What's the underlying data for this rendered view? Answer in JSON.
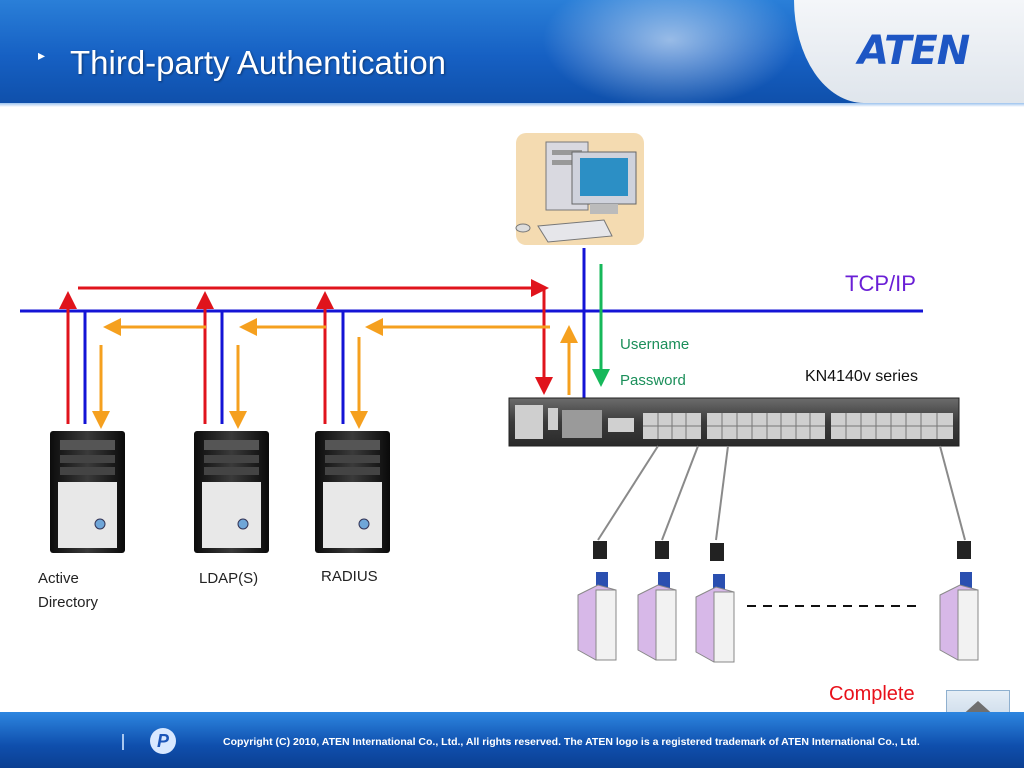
{
  "header": {
    "title": "Third-party Authentication",
    "logo": "ATEN"
  },
  "diagram": {
    "network_label": "TCP/IP",
    "credentials": {
      "username": "Username",
      "password": "Password"
    },
    "device_label": "KN4140v series",
    "servers": [
      {
        "name": "Active Directory"
      },
      {
        "name": "LDAP(S)"
      },
      {
        "name": "RADIUS"
      }
    ],
    "status": "Complete"
  },
  "navigation": {
    "home_icon": "home-icon"
  },
  "footer": {
    "copyright": "Copyright (C) 2010, ATEN International Co., Ltd., All rights reserved. The ATEN logo is a registered trademark of ATEN International Co., Ltd."
  },
  "colors": {
    "network": "#1414d6",
    "request": "#e0141c",
    "response": "#f5a01f",
    "credentials": "#16b85a"
  }
}
